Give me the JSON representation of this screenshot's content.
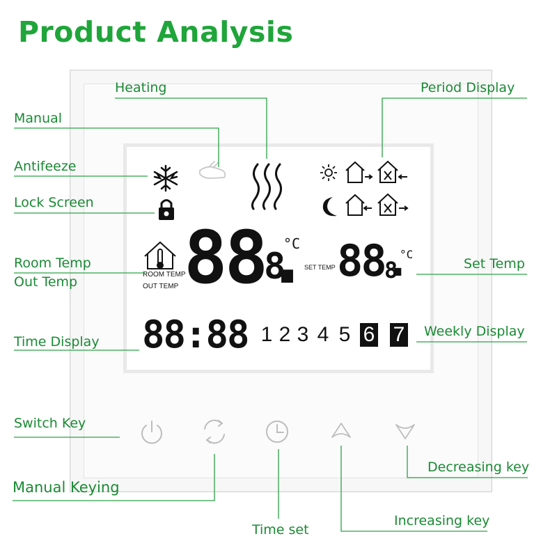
{
  "title": "Product Analysis",
  "labels": {
    "heating": "Heating",
    "manual": "Manual",
    "antifeeze": "Antifeeze",
    "lock_screen": "Lock Screen",
    "room_temp": "Room Temp",
    "out_temp": "Out Temp",
    "time_display": "Time Display",
    "switch_key": "Switch Key",
    "manual_keying": "Manual Keying",
    "time_set": "Time set",
    "increasing_key": "Increasing key",
    "decreasing_key": "Decreasing key",
    "period_display": "Period Display",
    "set_temp": "Set Temp",
    "weekly_display": "Weekly Display"
  },
  "display": {
    "main_temp": "88.",
    "main_temp_small": "8",
    "main_unit": "°C",
    "room_temp_text": "ROOM TEMP",
    "out_temp_text": "OUT  TEMP",
    "set_temp_text": "SET TEMP",
    "set_temp_value": "88.",
    "set_temp_small": "8",
    "set_unit": "°C",
    "time_value": "88:88",
    "days": [
      "1",
      "2",
      "3",
      "4",
      "5",
      "6",
      "7"
    ]
  },
  "colors": {
    "label": "#1a8a34",
    "title": "#1fa53a",
    "lcd_ink": "#111111",
    "key_icon": "#b8b8b8"
  },
  "icons": [
    "snowflake-icon",
    "hand-icon",
    "heat-waves-icon",
    "lock-icon",
    "sun-icon",
    "moon-icon",
    "home-arrow-icon",
    "fork-knife-icon",
    "house-thermometer-icon",
    "power-icon",
    "cycle-icon",
    "clock-icon",
    "up-triangle-icon",
    "down-triangle-icon"
  ]
}
